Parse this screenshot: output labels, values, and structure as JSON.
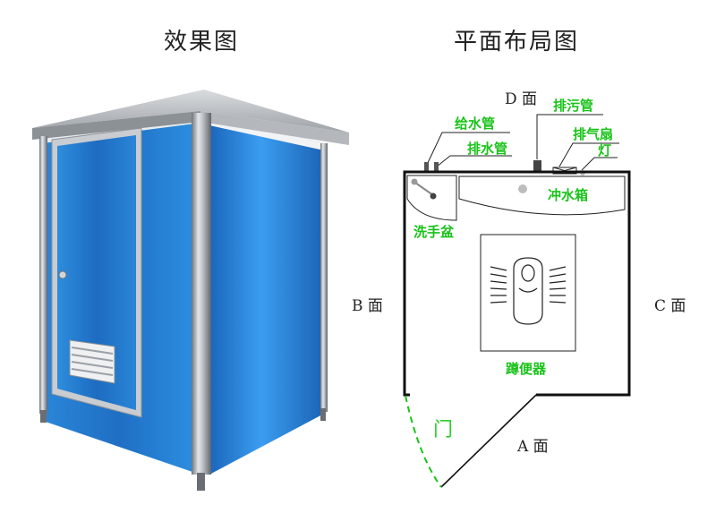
{
  "titles": {
    "render": "效果图",
    "plan": "平面布局图"
  },
  "faces": {
    "top": "D 面",
    "left": "B 面",
    "right": "C 面",
    "bottom": "A 面"
  },
  "labels": {
    "water_supply": "给水管",
    "drain": "排水管",
    "sewage": "排污管",
    "exhaust_fan": "排气扇",
    "lamp": "灯",
    "flush_tank": "冲水箱",
    "wash_basin": "洗手盆",
    "squat_toilet": "蹲便器",
    "door": "门"
  },
  "colors": {
    "cabin_blue": "#1f6fc4",
    "label_green": "#19c319",
    "steel": "#a9adb3"
  }
}
